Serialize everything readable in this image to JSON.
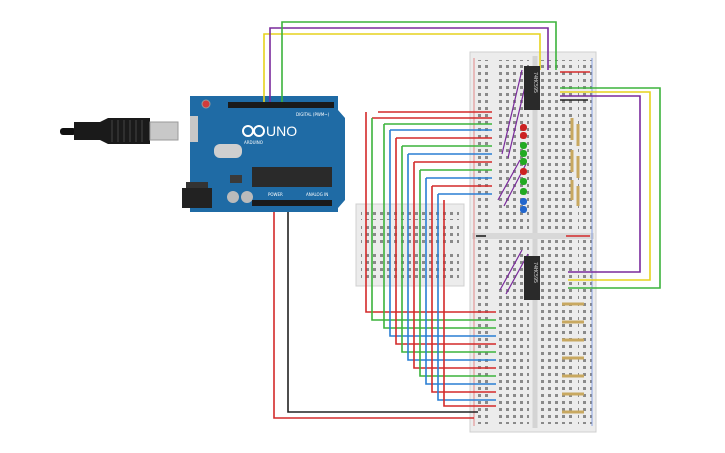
{
  "board": {
    "model_label": "UNO",
    "brand_label": "ARDUINO",
    "digital_label": "DIGITAL (PWM~)",
    "power_label": "POWER",
    "analog_label": "ANALOG IN"
  },
  "chips": {
    "upper_label": "74HC595",
    "lower_label": "74HC595"
  },
  "colors": {
    "wire_red": "#d42a2a",
    "wire_green": "#3cb33c",
    "wire_blue": "#2a7fd4",
    "wire_yellow": "#e6d21e",
    "wire_purple": "#7a2a9c",
    "wire_black": "#222222",
    "board_blue": "#1f6ba5",
    "breadboard": "#ececec"
  }
}
